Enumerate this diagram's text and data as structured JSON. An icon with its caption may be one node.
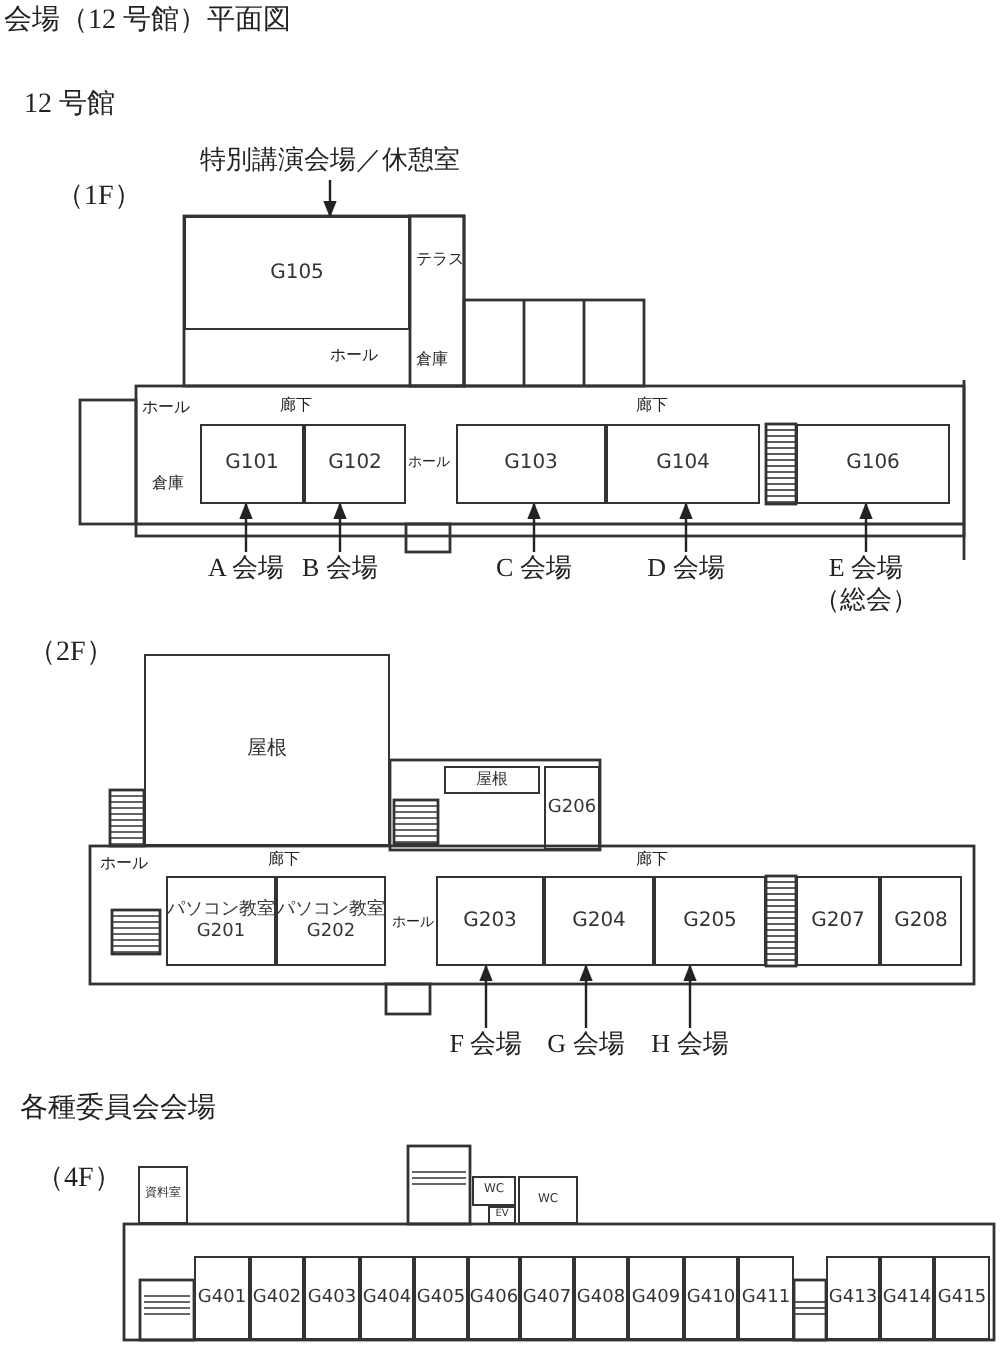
{
  "diagram": {
    "title": "会場（12 号館）平面図",
    "nodes": [
      {
        "text": [
          "特別講演会場／休憩室"
        ]
      },
      {
        "text": [
          "G105"
        ]
      },
      {
        "text": [
          "G101"
        ]
      },
      {
        "text": [
          "G102"
        ]
      },
      {
        "text": [
          "G103"
        ]
      },
      {
        "text": [
          "G104"
        ]
      },
      {
        "text": [
          "G106"
        ]
      },
      {
        "text": [
          "A 会場"
        ]
      },
      {
        "text": [
          "B 会場"
        ]
      },
      {
        "text": [
          "C 会場"
        ]
      },
      {
        "text": [
          "D 会場"
        ]
      },
      {
        "text": [
          "E 会場",
          "（総会）"
        ]
      },
      {
        "text": [
          "屋根"
        ]
      },
      {
        "text": [
          "屋根"
        ]
      },
      {
        "text": [
          "G206"
        ]
      },
      {
        "text": [
          "パソコン教室",
          "G201"
        ]
      },
      {
        "text": [
          "パソコン教室",
          "G202"
        ]
      },
      {
        "text": [
          "G203"
        ]
      },
      {
        "text": [
          "G204"
        ]
      },
      {
        "text": [
          "G205"
        ]
      },
      {
        "text": [
          "G207"
        ]
      },
      {
        "text": [
          "G208"
        ]
      },
      {
        "text": [
          "F 会場"
        ]
      },
      {
        "text": [
          "G 会場"
        ]
      },
      {
        "text": [
          "H 会場"
        ]
      },
      {
        "text": [
          "資料室"
        ]
      },
      {
        "text": [
          "WC"
        ]
      },
      {
        "text": [
          "WC"
        ]
      },
      {
        "text": [
          "EV"
        ]
      },
      {
        "text": [
          "G401"
        ]
      },
      {
        "text": [
          "G402"
        ]
      },
      {
        "text": [
          "G403"
        ]
      },
      {
        "text": [
          "G404"
        ]
      },
      {
        "text": [
          "G405"
        ]
      },
      {
        "text": [
          "G406"
        ]
      },
      {
        "text": [
          "G407"
        ]
      },
      {
        "text": [
          "G408"
        ]
      },
      {
        "text": [
          "G409"
        ]
      },
      {
        "text": [
          "G410"
        ]
      },
      {
        "text": [
          "G411"
        ]
      },
      {
        "text": [
          "G413"
        ]
      },
      {
        "text": [
          "G414"
        ]
      },
      {
        "text": [
          "G415"
        ]
      }
    ],
    "edges": [
      {
        "from": 0,
        "to": 1,
        "arrow": "to"
      },
      {
        "from": 7,
        "to": 2,
        "arrow": "to"
      },
      {
        "from": 8,
        "to": 3,
        "arrow": "to"
      },
      {
        "from": 9,
        "to": 4,
        "arrow": "to"
      },
      {
        "from": 10,
        "to": 5,
        "arrow": "to"
      },
      {
        "from": 11,
        "to": 6,
        "arrow": "to"
      },
      {
        "from": 22,
        "to": 17,
        "arrow": "to"
      },
      {
        "from": 23,
        "to": 18,
        "arrow": "to"
      },
      {
        "from": 24,
        "to": 19,
        "arrow": "to"
      }
    ],
    "labels": [
      "12 号館",
      "（1F）",
      "テラス",
      "ホール",
      "倉庫",
      "ホール",
      "廊下",
      "倉庫",
      "ホール",
      "廊下",
      "（2F）",
      "ホール",
      "廊下",
      "ホール",
      "廊下",
      "各種委員会会場",
      "（4F）"
    ]
  }
}
